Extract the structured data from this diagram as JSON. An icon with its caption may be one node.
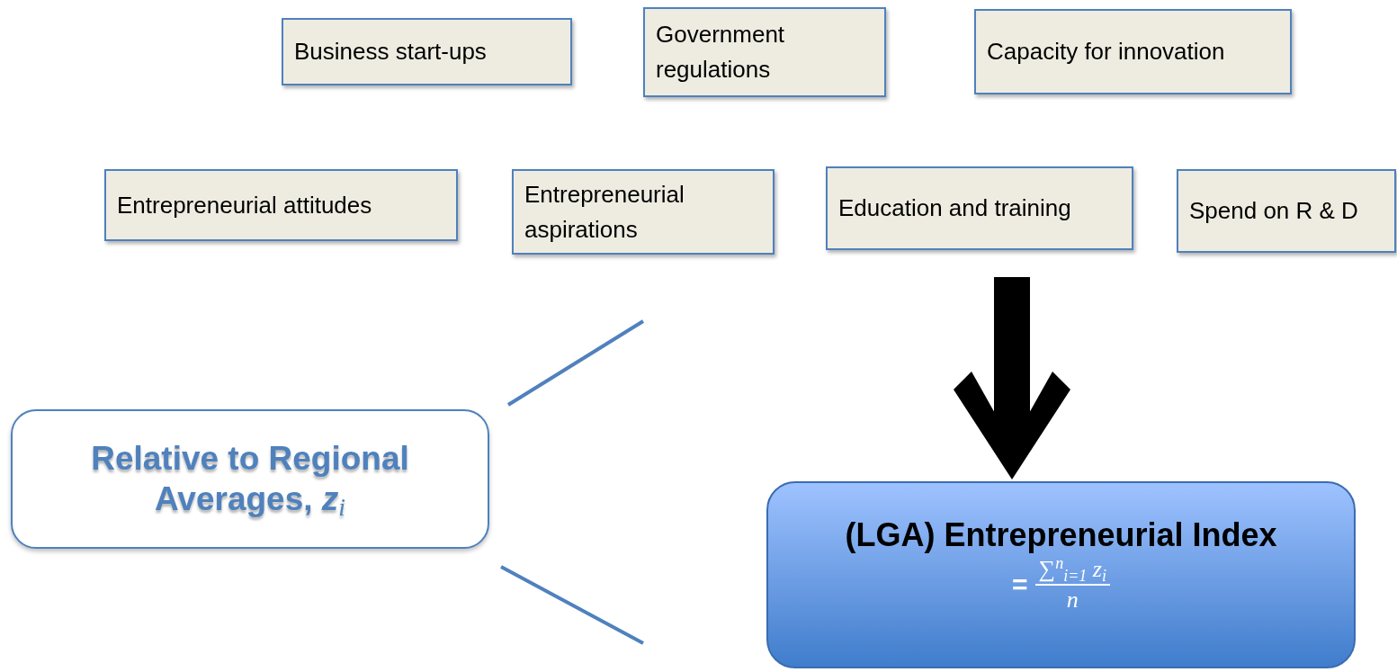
{
  "diagram": {
    "nodes": [
      {
        "text": [
          "Business start-ups"
        ]
      },
      {
        "text": [
          "Government regulations"
        ]
      },
      {
        "text": [
          "Capacity for innovation"
        ]
      },
      {
        "text": [
          "Entrepreneurial attitudes"
        ]
      },
      {
        "text": [
          "Entrepreneurial aspirations"
        ]
      },
      {
        "text": [
          "Education and training"
        ]
      },
      {
        "text": [
          "Spend on R & D"
        ]
      },
      {
        "text": [
          "Relative to Regional Averages, *z*$_{i}$"
        ]
      },
      {
        "text": [
          "(LGA) Entrepreneurial Index",
          "=",
          "∑$^{n}$$_{i=1}$ *z*$_{i}$",
          "*n*"
        ]
      }
    ],
    "edges": [
      {
        "from": null,
        "to": 8,
        "arrow": "to"
      }
    ]
  }
}
